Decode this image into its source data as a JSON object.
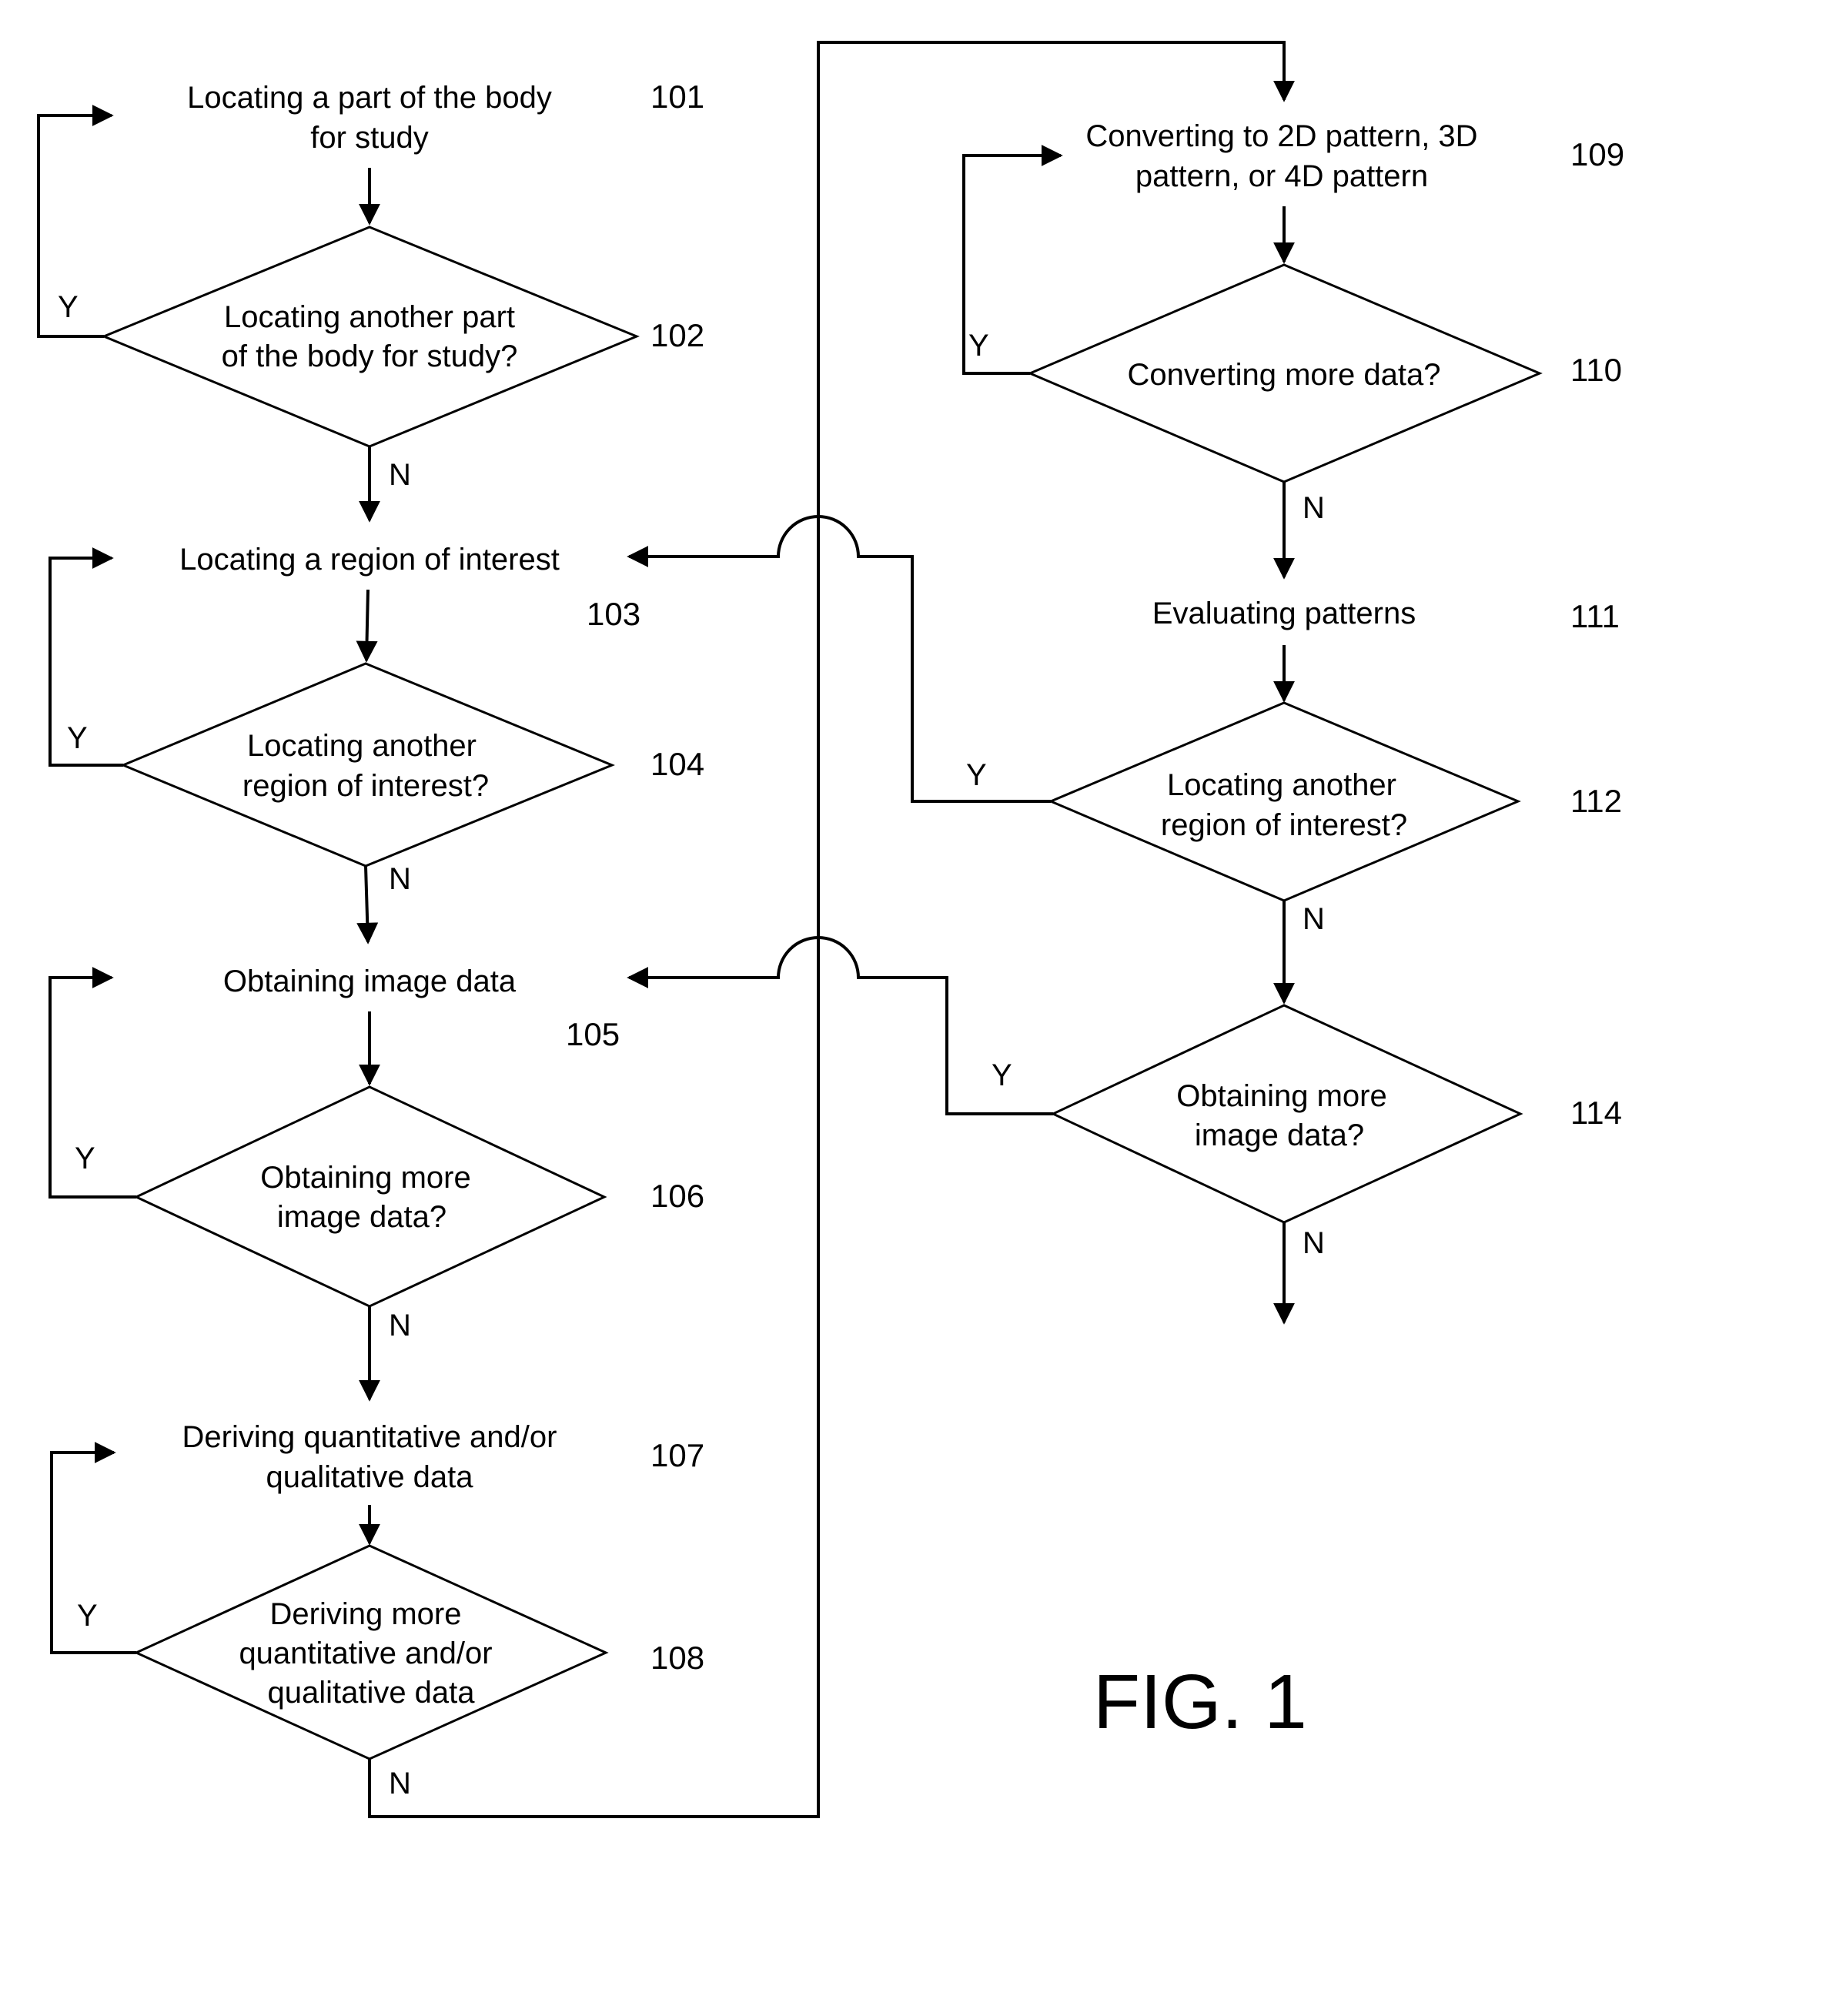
{
  "figure_label": "FIG. 1",
  "steps": {
    "s101": {
      "lines": [
        "Locating a part of the body",
        "for study"
      ],
      "ref": "101"
    },
    "s102": {
      "lines": [
        "Locating another part",
        "of the body for study?"
      ],
      "ref": "102"
    },
    "s103": {
      "lines": [
        "Locating a region of interest"
      ],
      "ref": "103"
    },
    "s104": {
      "lines": [
        "Locating another",
        "region of interest?"
      ],
      "ref": "104"
    },
    "s105": {
      "lines": [
        "Obtaining image data"
      ],
      "ref": "105"
    },
    "s106": {
      "lines": [
        "Obtaining more",
        "image data?"
      ],
      "ref": "106"
    },
    "s107": {
      "lines": [
        "Deriving quantitative and/or",
        "qualitative data"
      ],
      "ref": "107"
    },
    "s108": {
      "lines": [
        "Deriving more",
        "quantitative and/or",
        "qualitative data"
      ],
      "ref": "108"
    },
    "s109": {
      "lines": [
        "Converting to 2D pattern, 3D",
        "pattern, or 4D pattern"
      ],
      "ref": "109"
    },
    "s110": {
      "lines": [
        "Converting more data?"
      ],
      "ref": "110"
    },
    "s111": {
      "lines": [
        "Evaluating patterns"
      ],
      "ref": "111"
    },
    "s112": {
      "lines": [
        "Locating another",
        "region of interest?"
      ],
      "ref": "112"
    },
    "s114": {
      "lines": [
        "Obtaining more",
        "image data?"
      ],
      "ref": "114"
    }
  },
  "yes_label": "Y",
  "no_label": "N"
}
